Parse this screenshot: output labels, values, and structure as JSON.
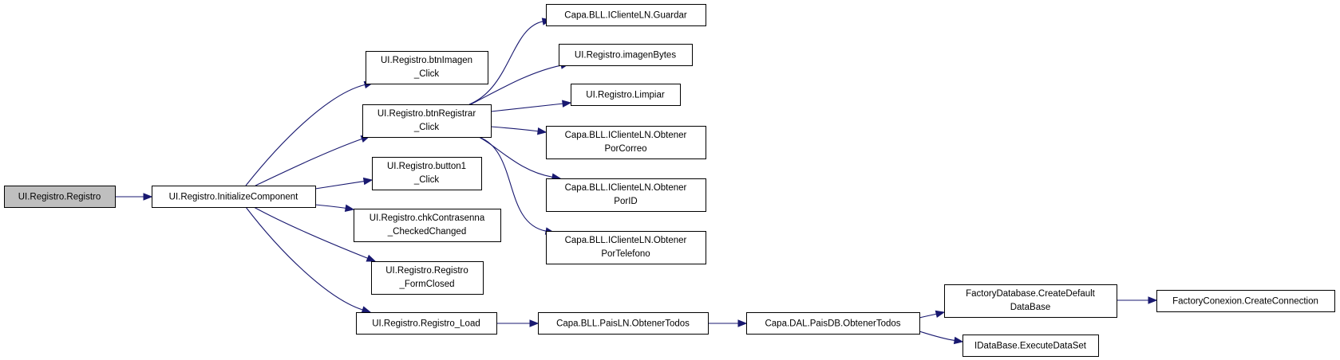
{
  "colors": {
    "edge": "#191970",
    "node_fill": "#ffffff",
    "root_fill": "#bfbfbf",
    "node_border": "#000000"
  },
  "nodes": {
    "root": [
      "UI.Registro.Registro"
    ],
    "initialize_component": [
      "UI.Registro.InitializeComponent"
    ],
    "btn_imagen_click": [
      "UI.Registro.btnImagen",
      "_Click"
    ],
    "btn_registrar_click": [
      "UI.Registro.btnRegistrar",
      "_Click"
    ],
    "button1_click": [
      "UI.Registro.button1",
      "_Click"
    ],
    "chk_contrasenna": [
      "UI.Registro.chkContrasenna",
      "_CheckedChanged"
    ],
    "registro_formclosed": [
      "UI.Registro.Registro",
      "_FormClosed"
    ],
    "registro_load": [
      "UI.Registro.Registro_Load"
    ],
    "icliente_guardar": [
      "Capa.BLL.IClienteLN.Guardar"
    ],
    "imagen_bytes": [
      "UI.Registro.imagenBytes"
    ],
    "limpiar": [
      "UI.Registro.Limpiar"
    ],
    "obtener_por_correo": [
      "Capa.BLL.IClienteLN.Obtener",
      "PorCorreo"
    ],
    "obtener_por_id": [
      "Capa.BLL.IClienteLN.Obtener",
      "PorID"
    ],
    "obtener_por_telefono": [
      "Capa.BLL.IClienteLN.Obtener",
      "PorTelefono"
    ],
    "pais_ln_obtener_todos": [
      "Capa.BLL.PaisLN.ObtenerTodos"
    ],
    "pais_db_obtener_todos": [
      "Capa.DAL.PaisDB.ObtenerTodos"
    ],
    "factory_database": [
      "FactoryDatabase.CreateDefault",
      "DataBase"
    ],
    "idatabase_execute": [
      "IDataBase.ExecuteDataSet"
    ],
    "factory_conexion": [
      "FactoryConexion.CreateConnection"
    ]
  },
  "edges": [
    [
      "root",
      "initialize_component"
    ],
    [
      "initialize_component",
      "btn_imagen_click"
    ],
    [
      "initialize_component",
      "btn_registrar_click"
    ],
    [
      "initialize_component",
      "button1_click"
    ],
    [
      "initialize_component",
      "chk_contrasenna"
    ],
    [
      "initialize_component",
      "registro_formclosed"
    ],
    [
      "initialize_component",
      "registro_load"
    ],
    [
      "btn_registrar_click",
      "icliente_guardar"
    ],
    [
      "btn_registrar_click",
      "imagen_bytes"
    ],
    [
      "btn_registrar_click",
      "limpiar"
    ],
    [
      "btn_registrar_click",
      "obtener_por_correo"
    ],
    [
      "btn_registrar_click",
      "obtener_por_id"
    ],
    [
      "btn_registrar_click",
      "obtener_por_telefono"
    ],
    [
      "registro_load",
      "pais_ln_obtener_todos"
    ],
    [
      "pais_ln_obtener_todos",
      "pais_db_obtener_todos"
    ],
    [
      "pais_db_obtener_todos",
      "factory_database"
    ],
    [
      "pais_db_obtener_todos",
      "idatabase_execute"
    ],
    [
      "factory_database",
      "factory_conexion"
    ]
  ]
}
